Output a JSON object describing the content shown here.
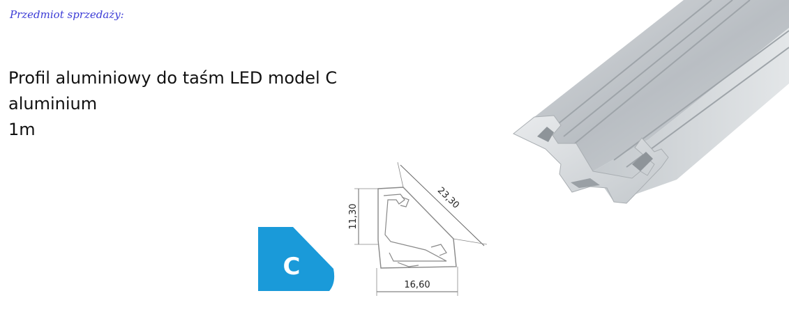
{
  "header": {
    "label": "Przedmiot sprzedaży:"
  },
  "product": {
    "name": "Profil aluminiowy do taśm LED model C",
    "material": "aluminium",
    "length": "1m"
  },
  "badge": {
    "letter": "C",
    "color": "#1a9ad9"
  },
  "dimensions": {
    "height": "11,30",
    "diagonal": "23,30",
    "width": "16,60"
  }
}
